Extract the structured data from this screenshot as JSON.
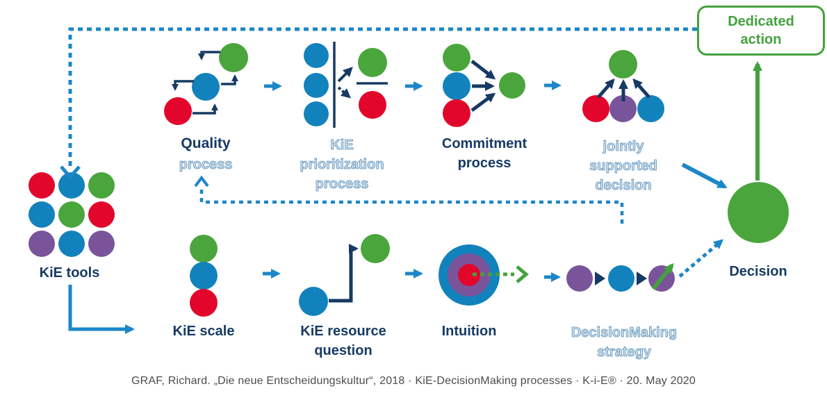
{
  "palette": {
    "red": "#e2062c",
    "green": "#4aa53c",
    "blue": "#1282bc",
    "purple": "#7a549b",
    "navy": "#163a64",
    "lightblue": "#1b86c8",
    "box_green": "#44a13d",
    "ghost_fill": "#cfe0ec",
    "ghost_outline": "#5b8fb9",
    "caption_gray": "#4b4b4b"
  },
  "caption": "GRAF, Richard. „Die neue Entscheidungskultur“, 2018 · KiE-DecisionMaking processes · K-i-E® · 20. May 2020",
  "dedicated_action": {
    "lines": [
      "Dedicated",
      "action"
    ]
  },
  "decision": {
    "label": "Decision",
    "color": "green"
  },
  "kie_tools": {
    "label": "KiE tools",
    "grid": [
      [
        "red",
        "blue",
        "green"
      ],
      [
        "blue",
        "green",
        "red"
      ],
      [
        "purple",
        "blue",
        "purple"
      ]
    ]
  },
  "quality_process": {
    "title": "Quality",
    "subtitle": "process",
    "circles": {
      "top": "green",
      "mid": "blue",
      "bottom": "red"
    }
  },
  "prioritization_process": {
    "lines": [
      "KiE",
      "prioritization",
      "process"
    ],
    "stack": [
      "blue",
      "blue",
      "blue"
    ],
    "upper_option": "green",
    "lower_option": "red"
  },
  "commitment_process": {
    "lines": [
      "Commitment",
      "process"
    ],
    "stack": [
      "green",
      "blue",
      "red"
    ],
    "result": "green"
  },
  "supported_decision": {
    "lines": [
      "jointly",
      "supported",
      "decision"
    ],
    "row": [
      "red",
      "purple",
      "blue"
    ],
    "result": "green"
  },
  "kie_scale": {
    "label": "KiE scale",
    "stack": [
      "green",
      "blue",
      "red"
    ]
  },
  "resource_question": {
    "lines": [
      "KiE resource",
      "question"
    ],
    "start": "blue",
    "result": "green"
  },
  "intuition": {
    "label": "Intuition",
    "rings": [
      "blue",
      "purple",
      "red"
    ]
  },
  "strategy": {
    "lines": [
      "DecisionMaking",
      "strategy"
    ],
    "row": [
      "purple",
      "blue",
      "purple"
    ]
  }
}
